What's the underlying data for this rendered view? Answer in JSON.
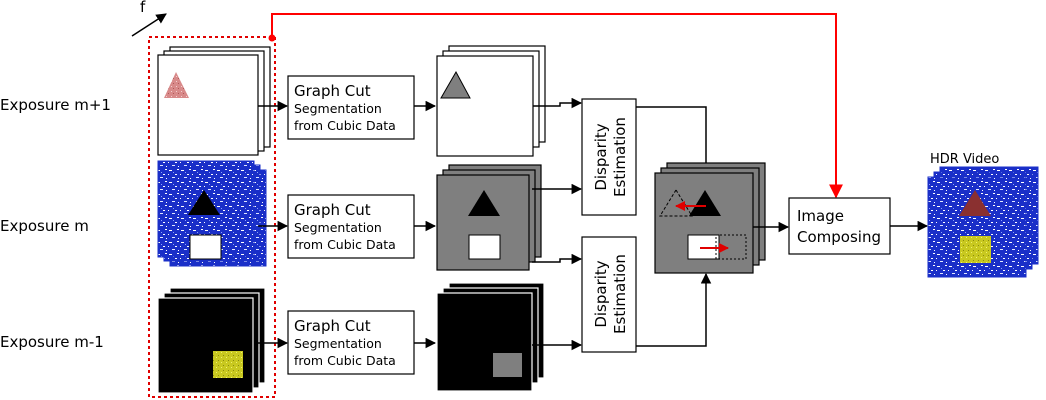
{
  "diagram": {
    "frame_axis_label": "f",
    "row_labels": [
      "Exposure m+1",
      "Exposure m",
      "Exposure m-1"
    ],
    "segmentation_box": {
      "title": "Graph Cut",
      "line2": "Segmentation",
      "line3": "from Cubic Data"
    },
    "disparity_box": {
      "line1": "Disparity",
      "line2": "Estimation"
    },
    "composing_box": {
      "line1": "Image",
      "line2": "Composing"
    },
    "output_label": "HDR Video",
    "colors": {
      "background": "#ffffff",
      "stroke": "#000000",
      "feedback_arrow": "#ff0000",
      "dashed_frame": "#e00000",
      "gray_frame": "#7f7f7f",
      "noise_blue": "#1a2fc8",
      "pink_triangle": "#d88a8a",
      "yellow_square": "#c8c820",
      "dark_red_triangle": "#8a3030"
    }
  }
}
